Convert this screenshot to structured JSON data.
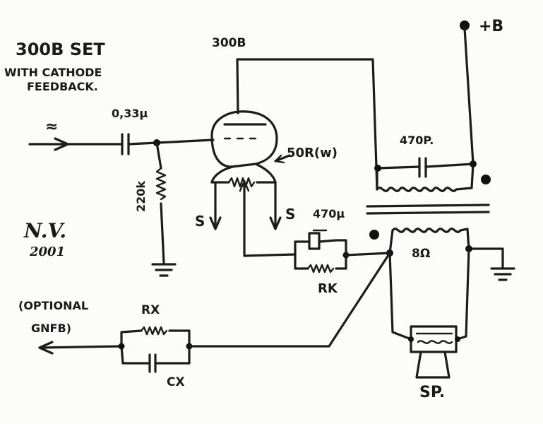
{
  "diagram": {
    "title_line1": "300B SET",
    "title_line2": "WITH CATHODE",
    "title_line3": "FEEDBACK.",
    "tube_label": "300B",
    "supply_label": "+B",
    "input_symbol": "≈",
    "input_cap_label": "0,33µ",
    "grid_resistor_label": "220k",
    "filament_resistor_label": "50R(w)",
    "filament_left_label": "S",
    "filament_right_label": "S",
    "cathode_cap_label": "470µ",
    "cathode_resistor_label": "RK",
    "primary_cap_label": "470P.",
    "secondary_label": "8Ω",
    "speaker_label": "SP.",
    "author_initials": "N.V.",
    "year": "2001",
    "optional_line1": "(OPTIONAL",
    "optional_line2": "GNFB)",
    "feedback_resistor_label": "RX",
    "feedback_cap_label": "CX"
  }
}
